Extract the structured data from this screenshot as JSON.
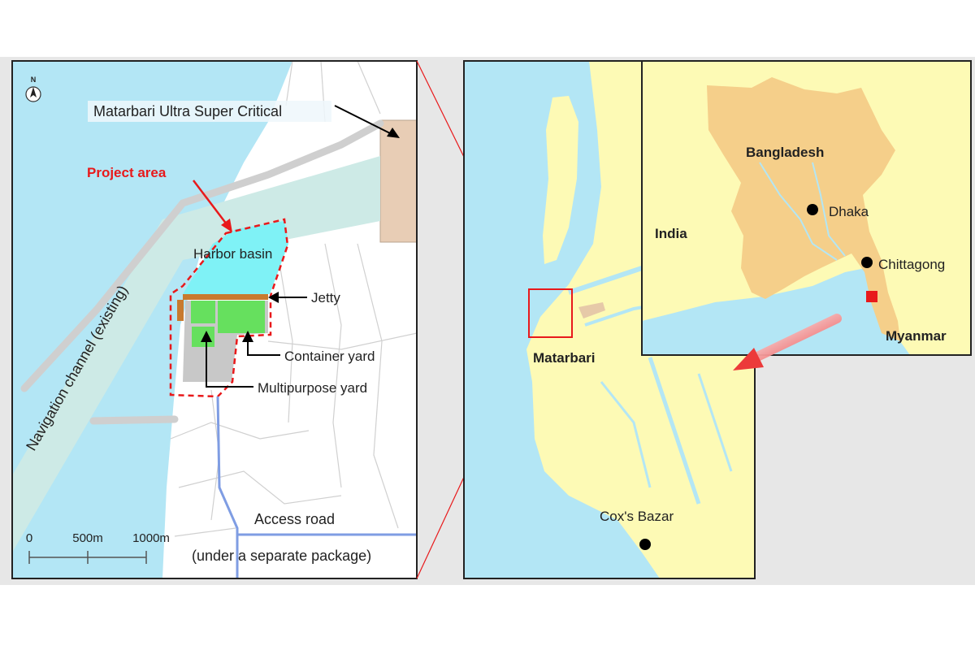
{
  "colors": {
    "sea": "#b3e6f5",
    "land_detail": "#ffffff",
    "land_overview": "#fdfab5",
    "bangladesh": "#f5cf8a",
    "harbor_basin": "#7ff2f6",
    "yard_green": "#66e05e",
    "yard_gray": "#c8c8c8",
    "jetty": "#c87a2e",
    "plant_area": "#e8cdb5",
    "channel": "#cdeae6",
    "project_boundary": "#e8191b",
    "access_road": "#7f9de3",
    "marker": "#e8191b"
  },
  "detail_map": {
    "north_label": "N",
    "power_plant_label": "Matarbari Ultra Super Critical",
    "project_area_label": "Project area",
    "harbor_basin_label": "Harbor basin",
    "jetty_label": "Jetty",
    "container_yard_label": "Container yard",
    "multipurpose_yard_label": "Multipurpose yard",
    "navigation_channel_label": "Navigation channel (existing)",
    "access_road_label": "Access road",
    "access_road_note": "(under a separate package)",
    "scale_labels": [
      "0",
      "500m",
      "1000m"
    ]
  },
  "overview_map": {
    "matarbari_label": "Matarbari",
    "coxs_bazar_label": "Cox's Bazar"
  },
  "inset_map": {
    "country_label": "Bangladesh",
    "india_label": "India",
    "myanmar_label": "Myanmar",
    "dhaka_label": "Dhaka",
    "chittagong_label": "Chittagong"
  }
}
